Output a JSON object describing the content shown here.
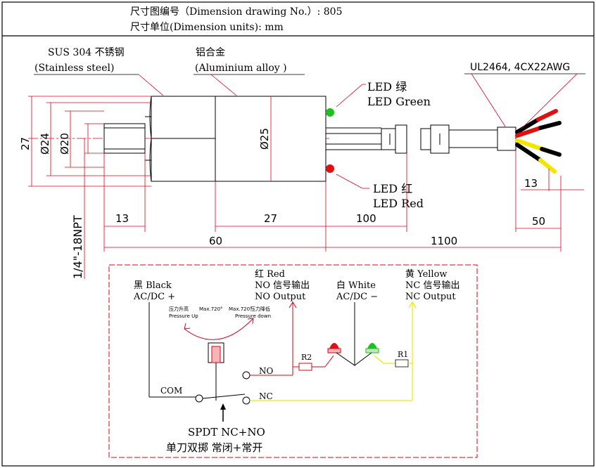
{
  "header": {
    "drawing_no": "尺寸图编号（Dimension drawing No.）: 805",
    "units": "尺寸单位(Dimension units): mm"
  },
  "labels": {
    "sus_cn": "SUS 304 不锈钢",
    "sus_en": "(Stainless steel)",
    "alu_cn": "铝合金",
    "alu_en": "(Aluminium alloy )",
    "cable": "UL2464, 4CX22AWG",
    "led_green_cn": "LED 绿",
    "led_green_en": "LED Green",
    "led_red_cn": "LED 红",
    "led_red_en": "LED Red",
    "thread": "1/4\"-18NPT"
  },
  "dimensions": {
    "d27_left": "27",
    "d24": "Ø24",
    "d20": "Ø20",
    "d25": "Ø25",
    "d13_left": "13",
    "d27_body": "27",
    "d100": "100",
    "d60": "60",
    "d1100": "1100",
    "d13_right": "13",
    "d50": "50"
  },
  "schematic": {
    "black_cn": "黑 Black",
    "black_en": "AC/DC +",
    "red_cn": "红 Red",
    "red_no": "NO 信号输出",
    "red_out": "NO Output",
    "white_cn": "白 White",
    "white_en": "AC/DC −",
    "yellow_cn": "黄 Yellow",
    "yellow_nc": "NC 信号输出",
    "yellow_out": "NC Output",
    "pressure_up_cn": "压力升高",
    "pressure_up_en": "Pressure Up",
    "max_left": "Max.720°",
    "max_right": "Max.720°",
    "pressure_down_cn": "压力降低",
    "pressure_down_en": "Pressure down",
    "r1": "R1",
    "r2": "R2",
    "no": "NO",
    "nc": "NC",
    "com": "COM",
    "spdt": "SPDT NC+NO",
    "spdt_cn": "单刀双掷 常闭+常开"
  },
  "colors": {
    "red_line": "#e0001a",
    "yellow_line": "#f2e600",
    "led_green": "#1fbf1f",
    "led_red": "#e01010"
  }
}
